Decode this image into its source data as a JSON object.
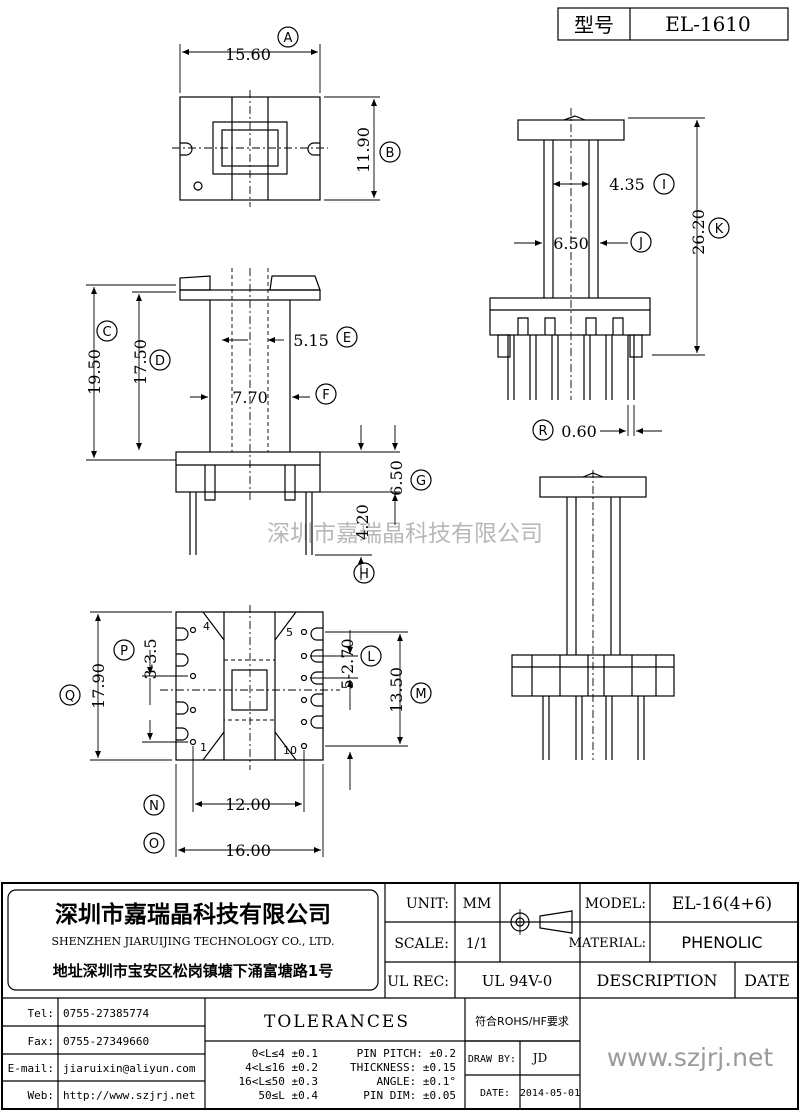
{
  "title_box": {
    "label": "型号",
    "value": "EL-1610"
  },
  "watermark": "深圳市嘉瑞晶科技有限公司",
  "dims": {
    "A": "15.60",
    "B": "11.90",
    "C": "19.50",
    "D": "17.50",
    "E": "5.15",
    "F": "7.70",
    "G": "6.50",
    "H": "4.20",
    "I": "4.35",
    "J": "6.50",
    "K": "26.20",
    "R": "0.60",
    "P": "3-3.5",
    "L": "5-2.70",
    "Q": "17.90",
    "M": "13.50",
    "N": "12.00",
    "O": "16.00"
  },
  "pins": {
    "p4": "4",
    "p1": "1",
    "p5": "5",
    "p10": "10"
  },
  "company": {
    "name_cn": "深圳市嘉瑞晶科技有限公司",
    "name_en": "SHENZHEN JIARUIJING TECHNOLOGY CO., LTD.",
    "address": "地址深圳市宝安区松岗镇塘下涌富塘路1号"
  },
  "specs": {
    "unit_label": "UNIT:",
    "unit_value": "MM",
    "scale_label": "SCALE:",
    "scale_value": "1/1",
    "ulrec_label": "UL REC:",
    "ulrec_value": "UL 94V-0",
    "model_label": "MODEL:",
    "model_value": "EL-16(4+6)",
    "material_label": "MATERIAL:",
    "material_value": "PHENOLIC",
    "description_label": "DESCRIPTION",
    "date_label": "DATE"
  },
  "contact": {
    "tel_label": "Tel:",
    "tel": "0755-27385774",
    "fax_label": "Fax:",
    "fax": "0755-27349660",
    "email_label": "E-mail:",
    "email": "jiaruixin@aliyun.com",
    "web_label": "Web:",
    "web": "http://www.szjrj.net"
  },
  "tolerances": {
    "title": "TOLERANCES",
    "rohs": "符合ROHS/HF要求",
    "rows": [
      "0<L≤4 ±0.1",
      "4<L≤16 ±0.2",
      "16<L≤50 ±0.3",
      "50≤L ±0.4"
    ],
    "pin_pitch": "PIN PITCH: ±0.2",
    "thickness": "THICKNESS: ±0.15",
    "angle": "ANGLE: ±0.1°",
    "pin_dim": "PIN DIM: ±0.05",
    "drawby_label": "DRAW BY:",
    "drawby": "JD",
    "date_label": "DATE:",
    "date": "2014-05-01",
    "website": "www.szjrj.net"
  }
}
